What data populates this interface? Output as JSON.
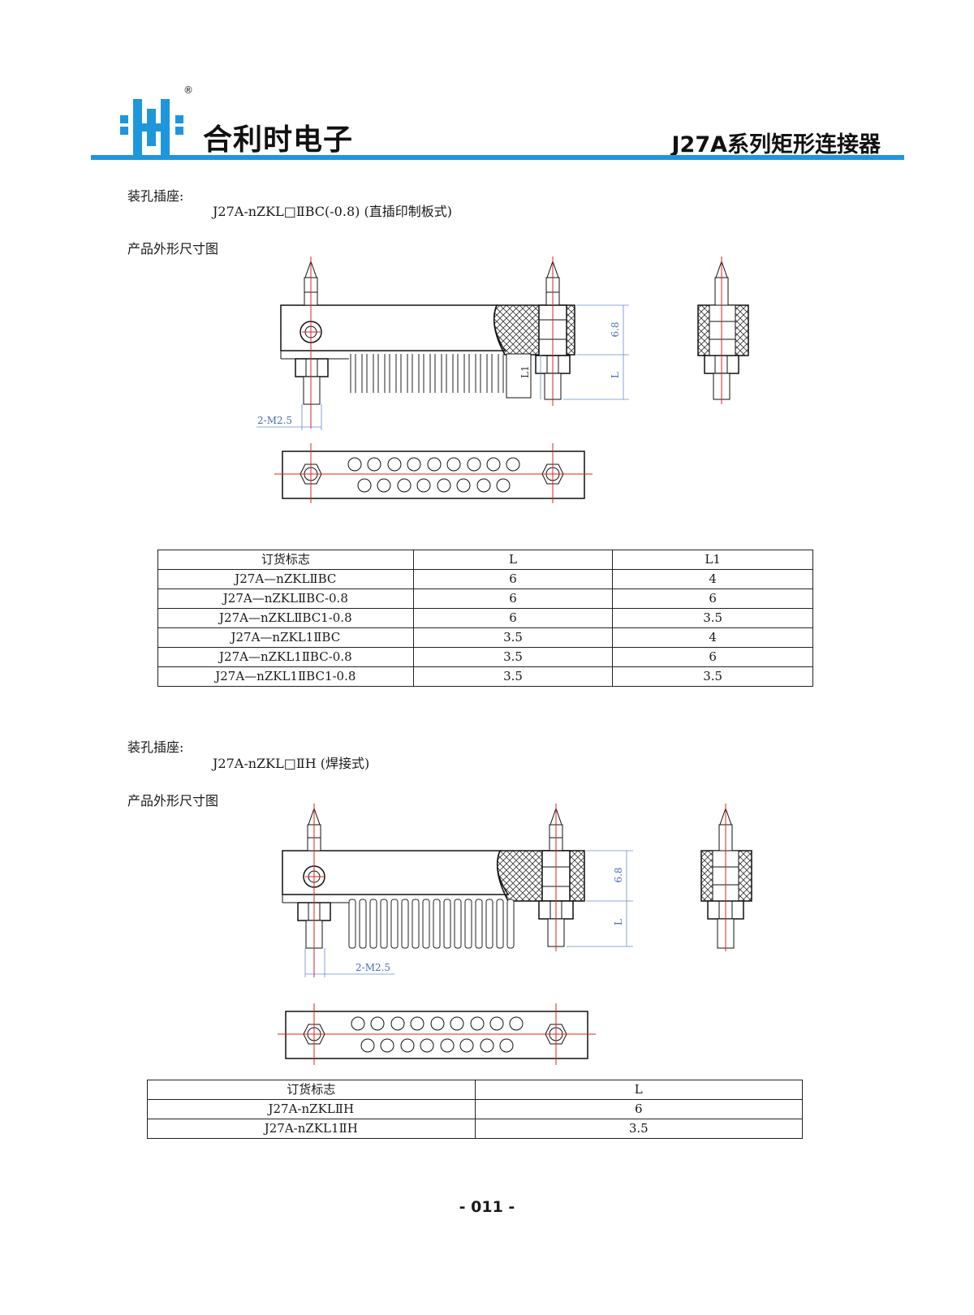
{
  "header": {
    "brand": "合利时电子",
    "series_title": "J27A系列矩形连接器",
    "registered_mark": "®",
    "accent_color": "#1e96dc"
  },
  "section1": {
    "heading": "装孔插座:",
    "model": "J27A-nZKL□ⅡBC(-0.8) (直插印制板式)",
    "drawing_title": "产品外形尺寸图",
    "dims": {
      "height": "6.8",
      "length": "L",
      "l1": "L1",
      "thread": "2-M2.5"
    },
    "table": {
      "headers": [
        "订货标志",
        "L",
        "L1"
      ],
      "rows": [
        [
          "J27A—nZKLⅡBC",
          "6",
          "4"
        ],
        [
          "J27A—nZKLⅡBC-0.8",
          "6",
          "6"
        ],
        [
          "J27A—nZKLⅡBC1-0.8",
          "6",
          "3.5"
        ],
        [
          "J27A—nZKL1ⅡBC",
          "3.5",
          "4"
        ],
        [
          "J27A—nZKL1ⅡBC-0.8",
          "3.5",
          "6"
        ],
        [
          "J27A—nZKL1ⅡBC1-0.8",
          "3.5",
          "3.5"
        ]
      ]
    }
  },
  "section2": {
    "heading": "装孔插座:",
    "model": "J27A-nZKL□ⅡH (焊接式)",
    "drawing_title": "产品外形尺寸图",
    "dims": {
      "height": "6.8",
      "length": "L",
      "thread": "2-M2.5"
    },
    "table": {
      "headers": [
        "订货标志",
        "L"
      ],
      "rows": [
        [
          "J27A-nZKLⅡH",
          "6"
        ],
        [
          "J27A-nZKL1ⅡH",
          "3.5"
        ]
      ]
    }
  },
  "footer": {
    "page_number": "- 011 -"
  }
}
